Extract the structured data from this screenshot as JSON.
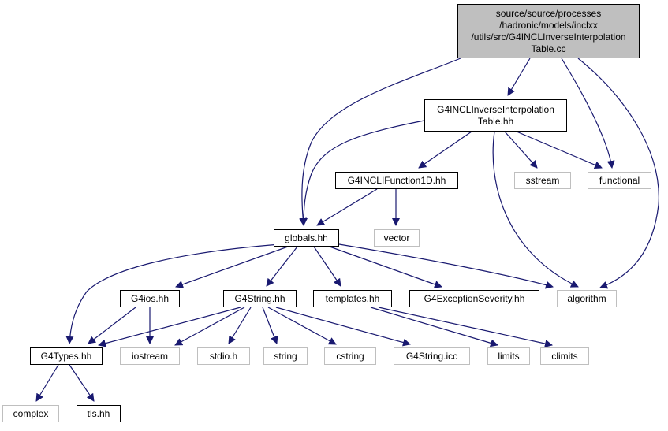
{
  "colors": {
    "edge": "#191970",
    "root_fill": "#bfbfbf",
    "doc_border": "#000000",
    "sys_border": "#bfbfbf"
  },
  "nodes": {
    "root": "source/source/processes\n/hadronic/models/inclxx\n/utils/src/G4INCLInverseInterpolation\nTable.cc",
    "inverse_table": "G4INCLInverseInterpolation\nTable.hh",
    "function1d": "G4INCLIFunction1D.hh",
    "sstream": "sstream",
    "functional": "functional",
    "globals": "globals.hh",
    "vector": "vector",
    "g4ios": "G4ios.hh",
    "g4string": "G4String.hh",
    "templates": "templates.hh",
    "g4exception": "G4ExceptionSeverity.hh",
    "algorithm": "algorithm",
    "g4types": "G4Types.hh",
    "iostream": "iostream",
    "stdio": "stdio.h",
    "string": "string",
    "cstring": "cstring",
    "g4string_icc": "G4String.icc",
    "limits": "limits",
    "climits": "climits",
    "complex": "complex",
    "tls": "tls.hh"
  }
}
